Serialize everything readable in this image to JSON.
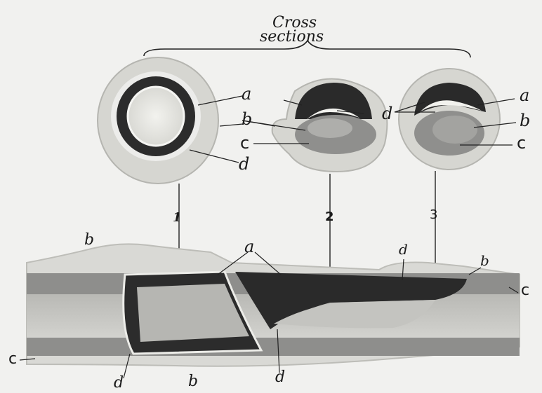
{
  "title": {
    "line1": "Cross",
    "line2": "sections"
  },
  "section_numbers": [
    "1",
    "2",
    "3"
  ],
  "labels": {
    "a": "a",
    "b": "b",
    "c": "c",
    "d": "d"
  },
  "colors": {
    "background": "#f1f1ef",
    "outer_wall": "#d6d6d1",
    "inner_wall": "#8f8f8d",
    "clot": "#2a2a2a",
    "lumen": "#e6e6e2"
  }
}
